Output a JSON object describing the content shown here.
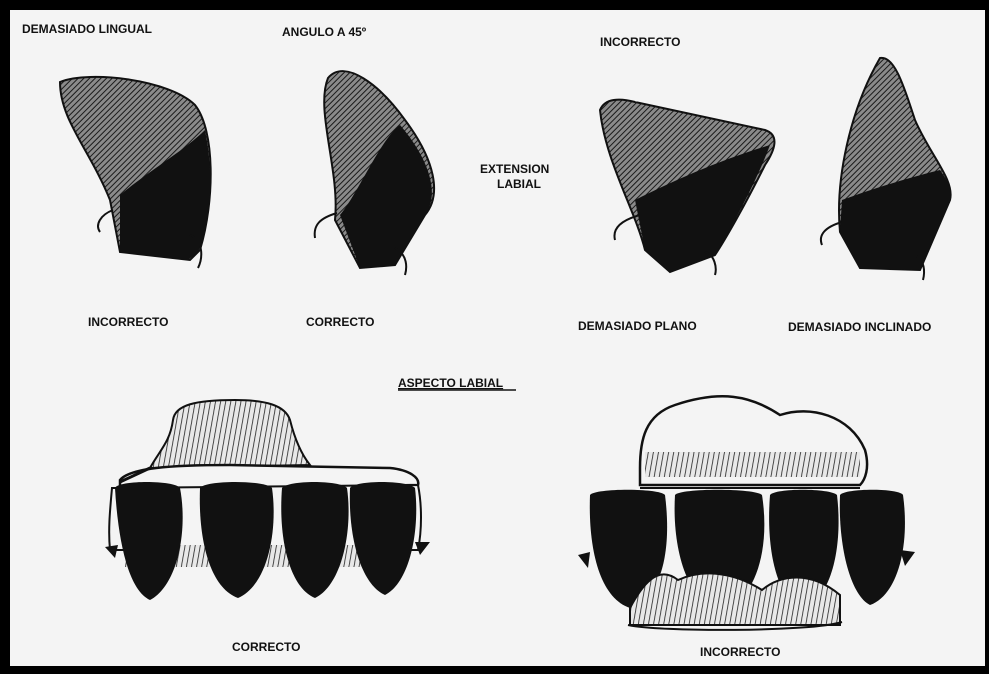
{
  "labels": {
    "demasiado_lingual": "DEMASIADO LINGUAL",
    "angulo_45": "ANGULO A 45º",
    "incorrecto_top": "INCORRECTO",
    "extension_labial_1": "EXTENSION",
    "extension_labial_2": "LABIAL",
    "incorrecto_1": "INCORRECTO",
    "correcto_1": "CORRECTO",
    "demasiado_plano": "DEMASIADO PLANO",
    "demasiado_inclinado": "DEMASIADO INCLINADO",
    "aspecto_labial": "ASPECTO LABIAL",
    "correcto_2": "CORRECTO",
    "incorrecto_2": "INCORRECTO"
  },
  "colors": {
    "background": "#000000",
    "panel": "#f4f4f4",
    "ink": "#111111",
    "hatch": "#6a6a6a"
  }
}
